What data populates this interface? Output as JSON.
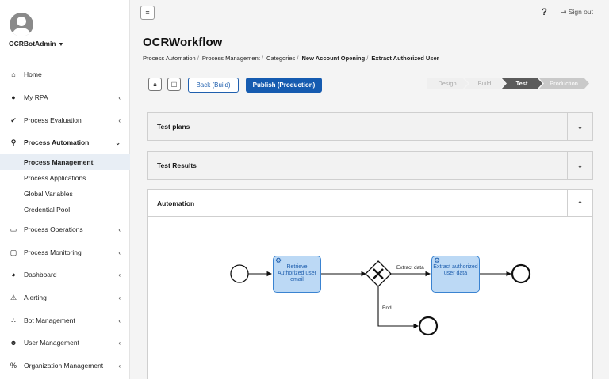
{
  "user": {
    "name": "OCRBotAdmin"
  },
  "topbar": {
    "help": "?",
    "sign_out": "Sign out"
  },
  "nav": {
    "home": "Home",
    "my_rpa": "My RPA",
    "process_evaluation": "Process Evaluation",
    "process_automation": "Process Automation",
    "process_automation_sub": [
      "Process Management",
      "Process Applications",
      "Global Variables",
      "Credential Pool"
    ],
    "process_operations": "Process Operations",
    "process_monitoring": "Process Monitoring",
    "dashboard": "Dashboard",
    "alerting": "Alerting",
    "bot_management": "Bot Management",
    "user_management": "User Management",
    "organization_management": "Organization Management"
  },
  "page": {
    "title": "OCRWorkflow",
    "breadcrumb": [
      "Process Automation",
      "Process Management",
      "Categories",
      "New Account Opening",
      "Extract Authorized User"
    ]
  },
  "toolbar": {
    "back_label": "Back (Build)",
    "publish_label": "Publish (Production)"
  },
  "stepper": [
    "Design",
    "Build",
    "Test",
    "Production"
  ],
  "panels": {
    "test_plans": "Test plans",
    "test_results": "Test Results",
    "automation": "Automation"
  },
  "diagram": {
    "task1": "Retrieve Authorized user email",
    "task2": "Extract authorized user data",
    "flow_extract": "Extract data",
    "flow_end": "End"
  },
  "colors": {
    "primary": "#155bb0",
    "task_fill": "#bcd9f5",
    "task_border": "#3a83d1",
    "active_nav": "#e8eef5"
  }
}
